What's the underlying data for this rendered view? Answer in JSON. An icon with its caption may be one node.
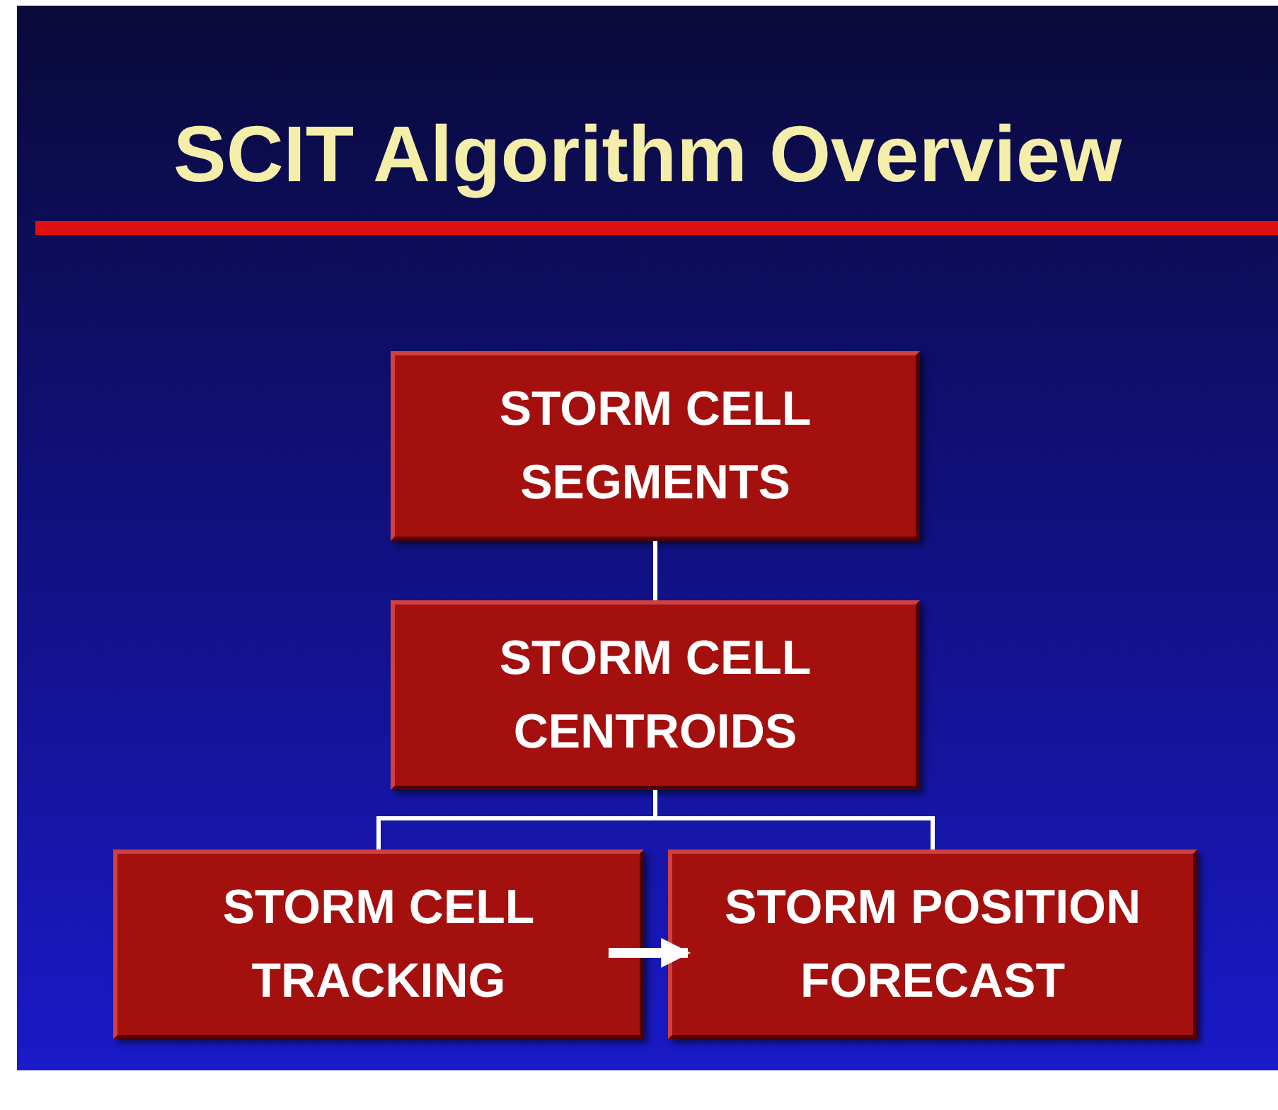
{
  "diagram": {
    "title": "SCIT Algorithm Overview",
    "nodes": [
      {
        "text": [
          "STORM CELL SEGMENTS"
        ]
      },
      {
        "text": [
          "STORM CELL CENTROIDS"
        ]
      },
      {
        "text": [
          "STORM CELL TRACKING"
        ]
      },
      {
        "text": [
          "STORM POSITION FORECAST"
        ]
      }
    ],
    "edges": [
      {
        "from": 0,
        "to": 1,
        "arrow": "none"
      },
      {
        "from": 1,
        "to": 2,
        "arrow": "none"
      },
      {
        "from": 1,
        "to": 3,
        "arrow": "none"
      },
      {
        "from": 2,
        "to": 3,
        "arrow": "to",
        "style": "thick"
      }
    ]
  }
}
